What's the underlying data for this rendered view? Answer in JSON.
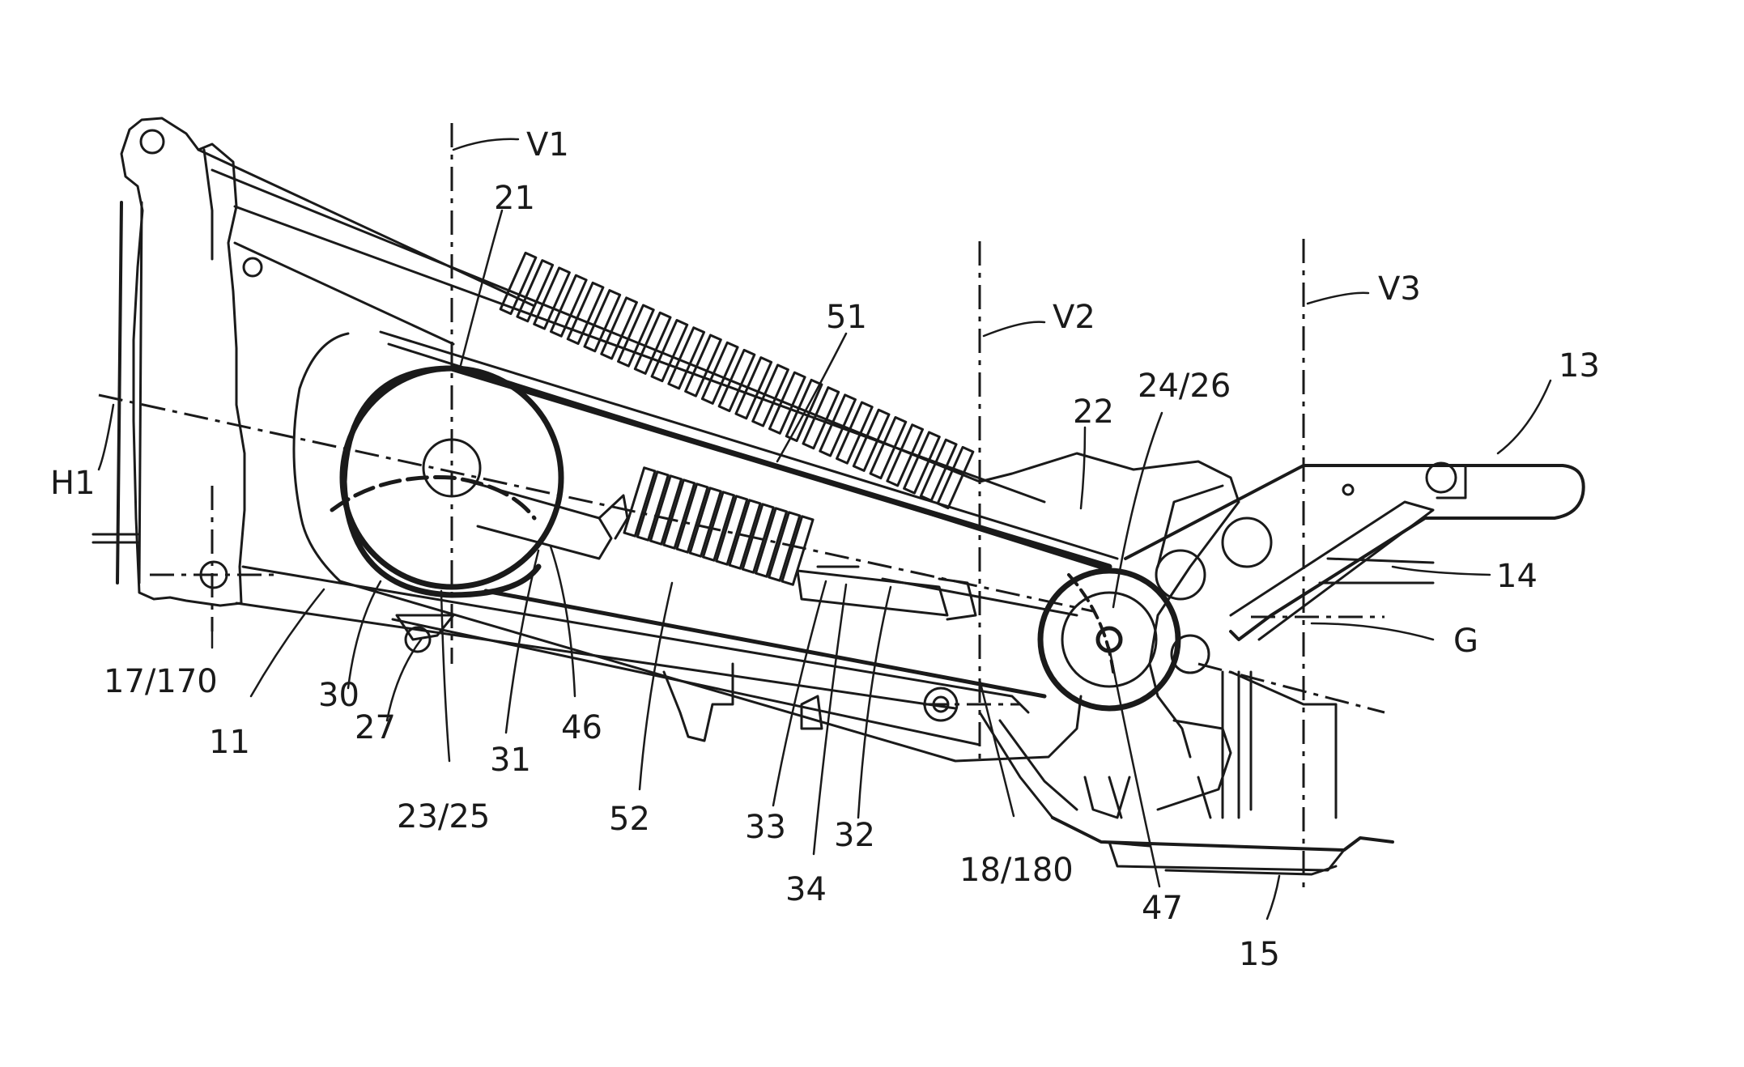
{
  "figure": {
    "reference_labels": {
      "V1": "V1",
      "V2": "V2",
      "V3": "V3",
      "H1": "H1",
      "G": "G",
      "r13": "13",
      "r14": "14",
      "r11": "11",
      "r15": "15",
      "r17": "17/170",
      "r18": "18/180",
      "r21": "21",
      "r22": "22",
      "r23": "23/25",
      "r24": "24/26",
      "r27": "27",
      "r30": "30",
      "r31": "31",
      "r32": "32",
      "r33": "33",
      "r34": "34",
      "r46": "46",
      "r47": "47",
      "r51": "51",
      "r52": "52"
    }
  }
}
